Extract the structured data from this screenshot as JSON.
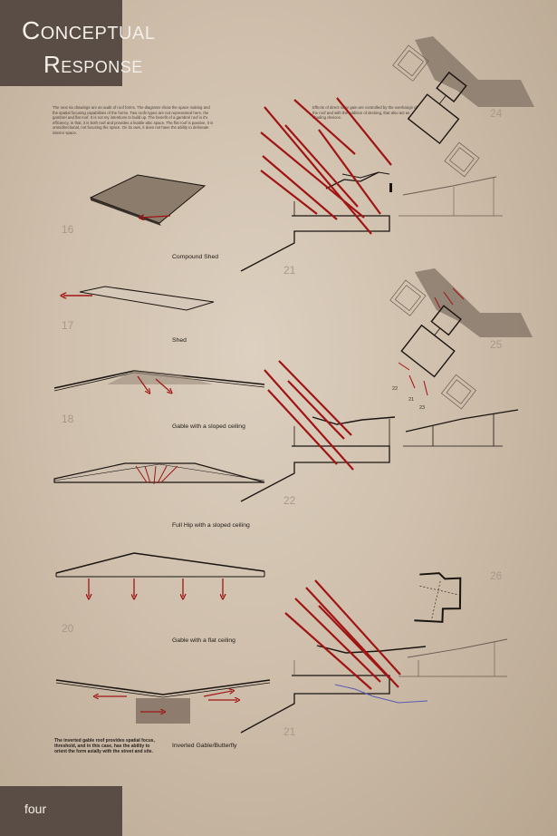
{
  "title": {
    "line1": "Conceptual",
    "line2": "Response"
  },
  "footer": {
    "page": "four"
  },
  "text": {
    "intro": "The next six drawings are an audit of roof forms. The diagrams show the space making and the spatial focusing capabilities of the forms. Two roofs types are not represented here, the gambrel and flat roof. It is not my intentions to build up. The benefit of a gambrel roof is it's efficiency, in that, it is both roof and provides a livable attic space. The flat roof is passive, it is omnidirectional, not focusing the space. On its own, it does not have the ability to delineate interior space.",
    "solar": "Effects of direct solar gain are controlled by the overhangs of the roof and with the addition of decking, that also act as shading devices.",
    "inverted": "The inverted gable roof provides spatial focus, threshold, and in this case, has the ability to orient the form axially with the street and site."
  },
  "roof_labels": {
    "compound_shed": "Compound Shed",
    "shed": "Shed",
    "gable_sloped": "Gable with a sloped ceiling",
    "full_hip": "Full Hip with a sloped ceiling",
    "gable_flat": "Gable with a flat ceiling",
    "inverted_gable": "Inverted Gable/Butterfly"
  },
  "figure_numbers": {
    "n16": "16",
    "n17": "17",
    "n18": "18",
    "n20": "20",
    "n21a": "21",
    "n22": "22",
    "n21b": "21",
    "n24": "24",
    "n25": "25",
    "n26": "26",
    "p22": "22",
    "p21": "21",
    "p23": "23"
  },
  "colors": {
    "panel": "#5a4d45",
    "accent_red": "#a01414",
    "line": "#1a1410",
    "plan_fill": "#8a7a6c"
  }
}
